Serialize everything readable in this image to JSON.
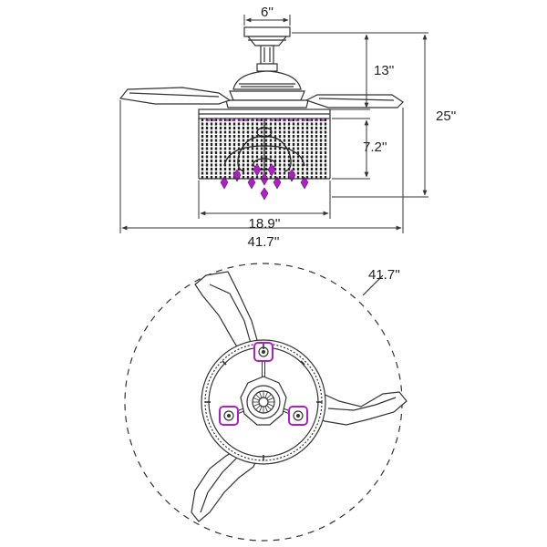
{
  "dimensions": {
    "canopy_width": "6''",
    "rod_to_blades": "13''",
    "overall_height": "25''",
    "cage_height": "7.2''",
    "cage_width": "18.9''",
    "span_side_view": "41.7''",
    "span_top_view": "41.7''"
  },
  "colors": {
    "line": "#333333",
    "crystal": "#b01ec8",
    "background": "#ffffff"
  },
  "icons": {
    "side_view": "ceiling-fan-side-elevation",
    "top_view": "ceiling-fan-plan-view"
  }
}
